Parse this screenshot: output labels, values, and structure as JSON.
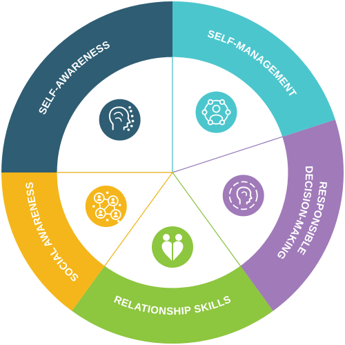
{
  "diagram": {
    "segments": [
      {
        "id": "self-awareness",
        "lines": [
          "SELF-AWARENESS"
        ],
        "color": "#2f5d73",
        "icon": "head-profile-icon",
        "icon_color": "#2f5d73"
      },
      {
        "id": "self-management",
        "lines": [
          "SELF-MANAGEMENT"
        ],
        "color": "#4cc6cd",
        "icon": "person-network-icon",
        "icon_color": "#4cc6cd"
      },
      {
        "id": "responsible-decision-making",
        "lines": [
          "RESPONSIBLE",
          "DECISION-MAKING"
        ],
        "color": "#a07ab9",
        "icon": "head-circle-icon",
        "icon_color": "#a07ab9"
      },
      {
        "id": "relationship-skills",
        "lines": [
          "RELATIONSHIP SKILLS"
        ],
        "color": "#8dc63f",
        "icon": "two-people-heart-icon",
        "icon_color": "#8dc63f"
      },
      {
        "id": "social-awareness",
        "lines": [
          "SOCIAL AWARENESS"
        ],
        "color": "#f4b61a",
        "icon": "connected-people-icon",
        "icon_color": "#f4b61a"
      }
    ]
  }
}
